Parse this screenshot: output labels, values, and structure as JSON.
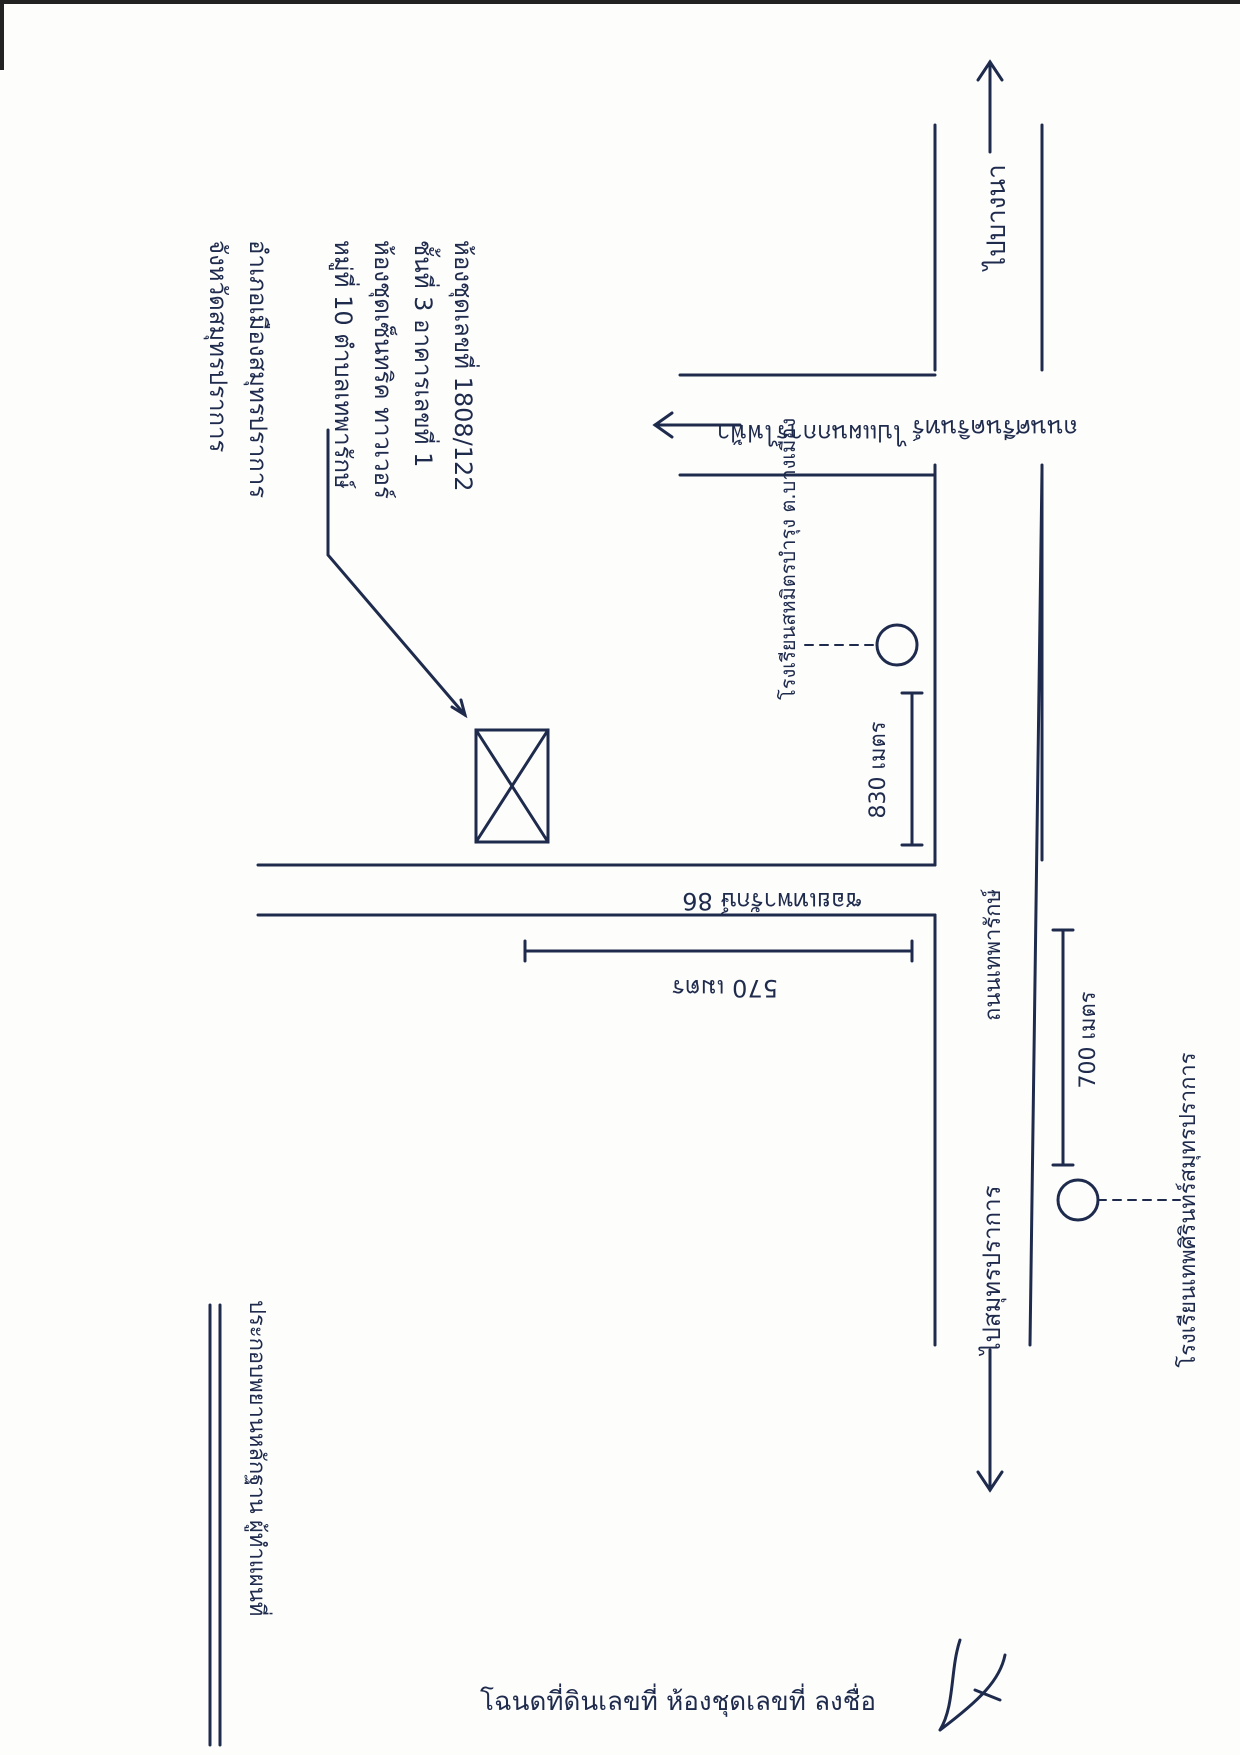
{
  "labels": {
    "to_bang_na": "ไปบางนา",
    "srinakarin_road": "ถนนศรีนครินทร์",
    "to_electricity_authority": "ไปแผนกการไฟฟ้า",
    "school_1": "โรงเรียนสหมิตรบำรุง ต.บางเมือง",
    "distance_830": "830 เมตร",
    "soi_name": "ซอยเทพารักษ์ 86",
    "distance_570": "570 เมตร",
    "thepharak_road": "ถนนเทพารักษ์",
    "distance_700": "700 เมตร",
    "to_samut_prakan": "ไปสมุทรปราการ",
    "school_2": "โรงเรียนเทพศิรินทร์สมุทรปราการ"
  },
  "address_note": [
    "ห้องชุดเลขที่ 1808/122",
    "ชั้นที่ 3 อาคารเลขที่ 1",
    "ห้องชุดเซ็นทริค ทาวเวอร์",
    "หมู่ที่ 10 ตำบลเทพารักษ์",
    "อำเภอเมืองสมุทรปราการ",
    "จังหวัดสมุทรปราการ"
  ],
  "footer": {
    "left_note": "ประกอบพยานหลักฐาน",
    "right_note": "โฉนดที่ดินเลขที่ ห้องชุดเลขที่ ลงชื่อ",
    "left_tail": "ผู้ทำแผนที่"
  },
  "colors": {
    "ink": "#1f2b4d",
    "paper": "#fdfdfc"
  },
  "icons": {
    "property_marker": "crossed-box-icon",
    "landmark_marker": "circle-icon"
  }
}
